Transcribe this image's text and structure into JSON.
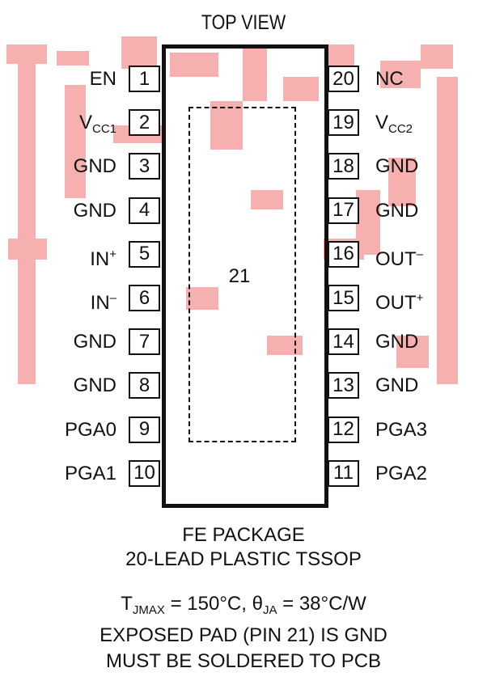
{
  "title": "TOP VIEW",
  "exposed_pad_number": "21",
  "left_pins": [
    {
      "num": "1",
      "name": "EN",
      "sub": "",
      "sup": ""
    },
    {
      "num": "2",
      "name": "V",
      "sub": "CC1",
      "sup": ""
    },
    {
      "num": "3",
      "name": "GND",
      "sub": "",
      "sup": ""
    },
    {
      "num": "4",
      "name": "GND",
      "sub": "",
      "sup": ""
    },
    {
      "num": "5",
      "name": "IN",
      "sub": "",
      "sup": "+"
    },
    {
      "num": "6",
      "name": "IN",
      "sub": "",
      "sup": "–"
    },
    {
      "num": "7",
      "name": "GND",
      "sub": "",
      "sup": ""
    },
    {
      "num": "8",
      "name": "GND",
      "sub": "",
      "sup": ""
    },
    {
      "num": "9",
      "name": "PGA0",
      "sub": "",
      "sup": ""
    },
    {
      "num": "10",
      "name": "PGA1",
      "sub": "",
      "sup": ""
    }
  ],
  "right_pins": [
    {
      "num": "20",
      "name": "NC",
      "sub": "",
      "sup": ""
    },
    {
      "num": "19",
      "name": "V",
      "sub": "CC2",
      "sup": ""
    },
    {
      "num": "18",
      "name": "GND",
      "sub": "",
      "sup": ""
    },
    {
      "num": "17",
      "name": "GND",
      "sub": "",
      "sup": ""
    },
    {
      "num": "16",
      "name": "OUT",
      "sub": "",
      "sup": "–"
    },
    {
      "num": "15",
      "name": "OUT",
      "sub": "",
      "sup": "+"
    },
    {
      "num": "14",
      "name": "GND",
      "sub": "",
      "sup": ""
    },
    {
      "num": "13",
      "name": "GND",
      "sub": "",
      "sup": ""
    },
    {
      "num": "12",
      "name": "PGA3",
      "sub": "",
      "sup": ""
    },
    {
      "num": "11",
      "name": "PGA2",
      "sub": "",
      "sup": ""
    }
  ],
  "package": {
    "line1": "FE PACKAGE",
    "line2": "20-LEAD PLASTIC TSSOP"
  },
  "thermal": {
    "t_sym": "T",
    "t_sub": "JMAX",
    "t_val": " = 150°C, ",
    "theta_sym": "θ",
    "theta_sub": "JA",
    "theta_val": " = 38°C/W"
  },
  "notes": {
    "line1": "EXPOSED PAD (PIN 21) IS GND",
    "line2": "MUST BE SOLDERED TO PCB"
  },
  "colors": {
    "ink": "#111111",
    "watermark": "#f07070"
  }
}
